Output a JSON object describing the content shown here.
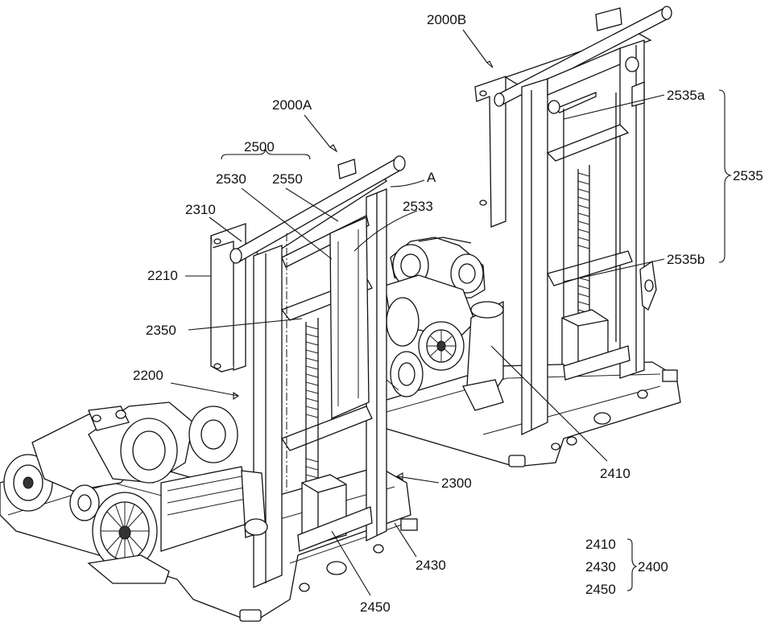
{
  "labels": {
    "unit_a": "2000A",
    "unit_b": "2000B",
    "ref_2500": "2500",
    "ref_2530": "2530",
    "ref_2550": "2550",
    "ref_a": "A",
    "ref_2533": "2533",
    "ref_2310": "2310",
    "ref_2210": "2210",
    "ref_2350": "2350",
    "ref_2200": "2200",
    "ref_2300": "2300",
    "ref_2430": "2430",
    "ref_2450": "2450",
    "ref_2410": "2410",
    "ref_2535a": "2535a",
    "ref_2535b": "2535b",
    "ref_2535": "2535",
    "legend_2410": "2410",
    "legend_2430": "2430",
    "legend_2450": "2450",
    "legend_2400": "2400"
  },
  "colors": {
    "line": "#111111",
    "background": "#ffffff"
  }
}
